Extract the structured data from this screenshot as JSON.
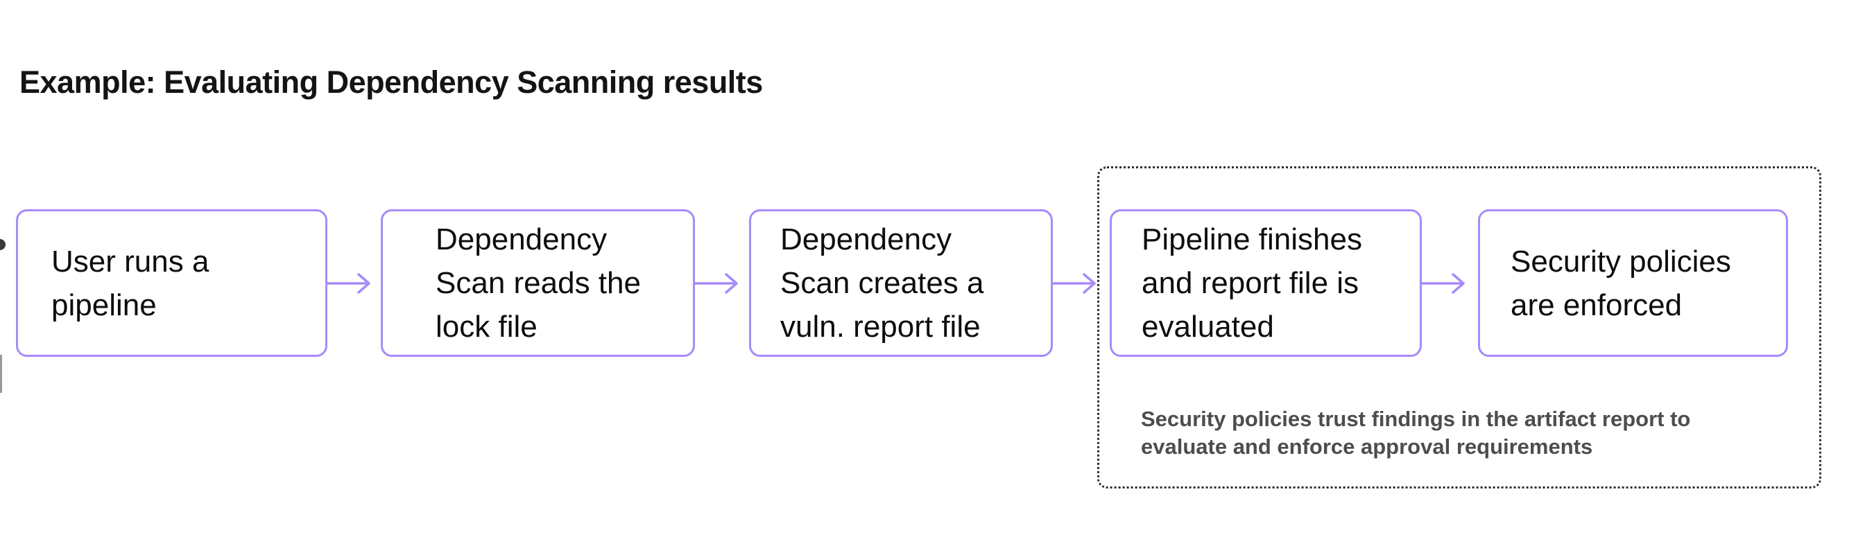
{
  "page": {
    "background": "#ffffff"
  },
  "title": {
    "text": "Example: Evaluating Dependency Scanning results"
  },
  "colors": {
    "accent": "#a78bfa",
    "dotted_border": "#2e2e2e",
    "annotation_text": "#4d4d4d",
    "title_text": "#141414",
    "box_text": "#0d0d0d"
  },
  "flow": {
    "boxes": [
      {
        "id": "user-runs-pipeline",
        "text": "User runs a pipeline",
        "lines": [
          "User runs a",
          "pipeline"
        ]
      },
      {
        "id": "dependency-scan-reads-lock-file",
        "text": "Dependency Scan reads the lock file",
        "lines": [
          "Dependency",
          "Scan reads the",
          "lock file"
        ]
      },
      {
        "id": "dependency-scan-creates-report",
        "text": "Dependency Scan creates a vuln. report file",
        "lines": [
          "Dependency",
          "Scan creates a",
          "vuln. report file"
        ]
      },
      {
        "id": "pipeline-finishes-report-evaluated",
        "text": "Pipeline finishes and report file is evaluated",
        "lines": [
          "Pipeline finishes",
          "and report file is",
          "evaluated"
        ]
      },
      {
        "id": "security-policies-enforced",
        "text": "Security policies are enforced",
        "lines": [
          "Security policies",
          "are enforced"
        ]
      }
    ],
    "arrow_icon": "right-arrow"
  },
  "annotation": {
    "text": "Security policies trust findings in the artifact report to evaluate and enforce approval requirements",
    "lines": [
      "Security policies trust findings in the artifact report to",
      "evaluate and enforce approval requirements"
    ]
  }
}
